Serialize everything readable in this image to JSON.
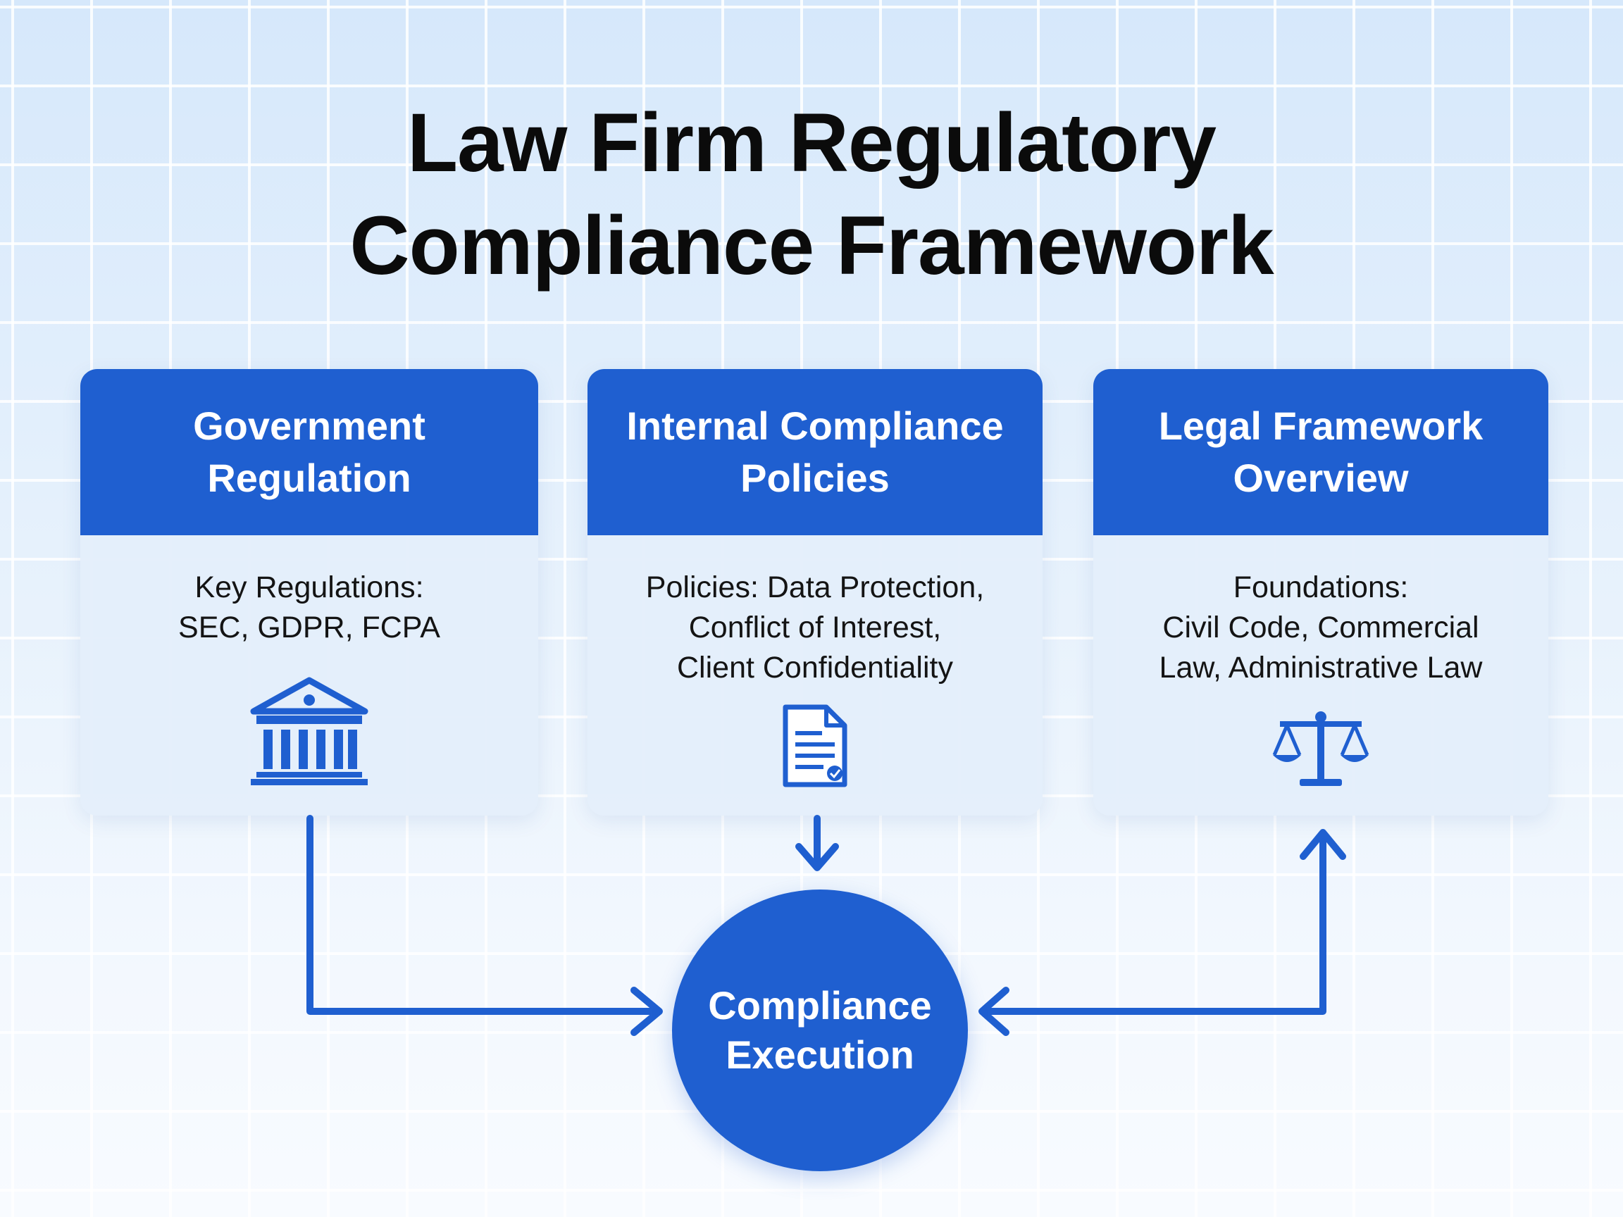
{
  "title_lines": [
    "Law Firm Regulatory",
    "Compliance Framework"
  ],
  "colors": {
    "primary": "#1f5fd0",
    "card_body": "#e4eefb",
    "text": "#141414"
  },
  "cards": [
    {
      "heading_lines": [
        "Government",
        "Regulation"
      ],
      "body_lines": [
        "Key Regulations:",
        "SEC, GDPR, FCPA"
      ],
      "icon": "courthouse-icon"
    },
    {
      "heading_lines": [
        "Internal Compliance",
        "Policies"
      ],
      "body_lines": [
        "Policies: Data Protection,",
        "Conflict of Interest,",
        "Client Confidentiality"
      ],
      "icon": "policy-document-icon"
    },
    {
      "heading_lines": [
        "Legal Framework",
        "Overview"
      ],
      "body_lines": [
        "Foundations:",
        "Civil Code, Commercial",
        "Law, Administrative Law"
      ],
      "icon": "scales-of-justice-icon"
    }
  ],
  "center_node": {
    "lines": [
      "Compliance",
      "Execution"
    ]
  },
  "connections": [
    {
      "from": "Government Regulation",
      "to": "Compliance Execution"
    },
    {
      "from": "Internal Compliance Policies",
      "to": "Compliance Execution"
    },
    {
      "from": "Compliance Execution",
      "to": "Legal Framework Overview"
    }
  ]
}
